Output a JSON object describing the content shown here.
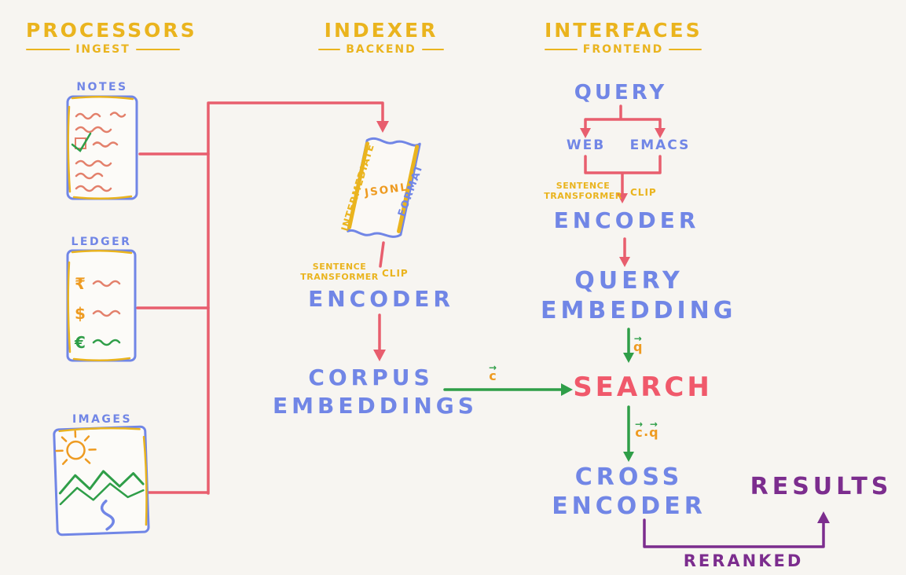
{
  "palette": {
    "background": "#f7f5f1",
    "blue": "#7186e6",
    "yellow": "#eab41e",
    "orange": "#ee9b21",
    "salmon": "#e3806b",
    "red": "#e85e6e",
    "search_red": "#f0596b",
    "green": "#2f9e48",
    "purple": "#7c2d8e"
  },
  "headers": {
    "processors": {
      "title": "PROCESSORS",
      "subtitle": "INGEST"
    },
    "indexer": {
      "title": "INDEXER",
      "subtitle": "BACKEND"
    },
    "interfaces": {
      "title": "INTERFACES",
      "subtitle": "FRONTEND"
    }
  },
  "processors": {
    "notes": {
      "label": "NOTES"
    },
    "ledger": {
      "label": "LEDGER",
      "symbols": {
        "rupee": "₹",
        "dollar": "$",
        "euro": "€"
      }
    },
    "images": {
      "label": "IMAGES"
    }
  },
  "indexer": {
    "scroll": {
      "left_text": "INTERMEDIATE",
      "center_text": "JSONL",
      "right_text": "FORMAT"
    },
    "encoder": {
      "small_top": "SENTENCE",
      "small_bottom": "TRANSFORMER",
      "clip": "CLIP",
      "label": "ENCODER"
    },
    "corpus": {
      "line1": "CORPUS",
      "line2": "EMBEDDINGS"
    },
    "corpus_vector": "c"
  },
  "interfaces": {
    "query": "QUERY",
    "clients": {
      "web": "WEB",
      "emacs": "EMACS"
    },
    "encoder": {
      "small_top": "SENTENCE",
      "small_bottom": "TRANSFORMER",
      "clip": "CLIP",
      "label": "ENCODER"
    },
    "query_embedding": {
      "line1": "QUERY",
      "line2": "EMBEDDING"
    },
    "query_vector": "q",
    "search": "SEARCH",
    "dot_product": {
      "left": "c",
      "sep": ".",
      "right": "q"
    },
    "cross_encoder": {
      "line1": "CROSS",
      "line2": "ENCODER"
    },
    "results": "RESULTS",
    "reranked": "RERANKED"
  },
  "icons": {
    "vector_arrow": "→"
  }
}
